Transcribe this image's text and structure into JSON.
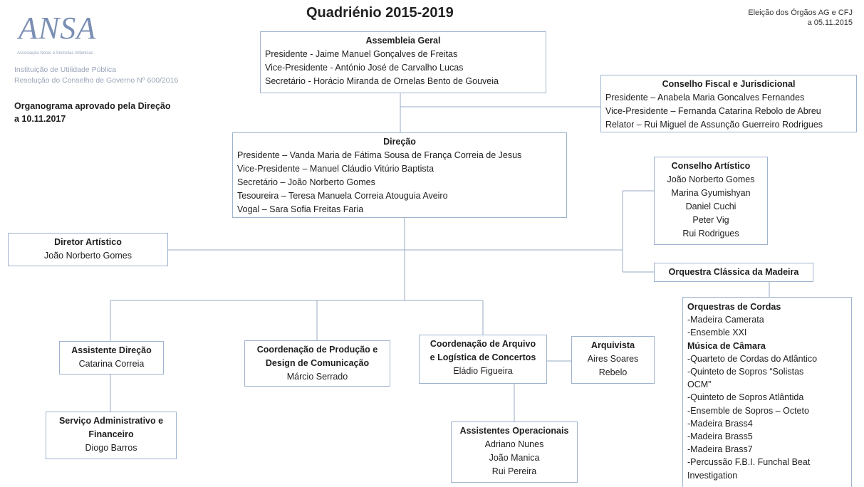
{
  "header": {
    "logo_text": "ANSA",
    "logo_subtitle": "Associação Notas e Sinfonias Atlânticas",
    "institution_line1": "Instituição de Utilidade Pública",
    "institution_line2": "Resolução do Conselho de Governo Nº 600/2016",
    "title": "Quadriénio 2015-2019",
    "election_line1": "Eleição dos Órgãos AG e CFJ",
    "election_line2": "a 05.11.2015",
    "org_note_line1": "Organograma aprovado pela Direção",
    "org_note_line2": "a 10.11.2017"
  },
  "assembleia": {
    "title": "Assembleia Geral",
    "lines": [
      "Presidente - Jaime Manuel Gonçalves de Freitas",
      "Vice-Presidente -  António José de Carvalho Lucas",
      "Secretário - Horácio Miranda de Ornelas Bento de Gouveia"
    ]
  },
  "conselho_fiscal": {
    "title": "Conselho Fiscal e Jurisdicional",
    "lines": [
      "Presidente – Anabela Maria Goncalves Fernandes",
      "Vice-Presidente – Fernanda Catarina Rebolo de Abreu",
      "Relator – Rui Miguel de Assunção Guerreiro Rodrigues"
    ]
  },
  "direcao": {
    "title": "Direção",
    "lines": [
      "Presidente – Vanda Maria de Fátima Sousa de França Correia de Jesus",
      "Vice-Presidente – Manuel Cláudio Vitúrio Baptista",
      "Secretário – João Norberto Gomes",
      "Tesoureira – Teresa Manuela Correia Atouguia Aveiro",
      "Vogal – Sara Sofia Freitas Faria"
    ]
  },
  "conselho_artistico": {
    "title": "Conselho Artístico",
    "lines": [
      "João Norberto  Gomes",
      "Marina Gyumishyan",
      "Daniel Cuchi",
      "Peter Vig",
      "Rui Rodrigues"
    ]
  },
  "diretor_artistico": {
    "title": "Diretor Artístico",
    "lines": [
      "João Norberto  Gomes"
    ]
  },
  "orquestra": {
    "title": "Orquestra Clássica da Madeira"
  },
  "orquestras_cordas": {
    "title1": "Orquestras de Cordas",
    "lines1": [
      "-Madeira Camerata",
      "-Ensemble XXI"
    ],
    "title2": "Música de Câmara",
    "lines2": [
      "-Quarteto de Cordas do Atlântico",
      "-Quinteto de Sopros  “Solistas",
      "OCM”",
      "-Quinteto de Sopros Atlântida",
      "-Ensemble de Sopros – Octeto",
      "-Madeira Brass4",
      "-Madeira Brass5",
      "-Madeira Brass7",
      "-Percussão F.B.I. Funchal Beat",
      "Investigation"
    ]
  },
  "assistente_direcao": {
    "title": "Assistente Direção",
    "lines": [
      "Catarina Correia"
    ]
  },
  "coord_producao": {
    "title_lines": [
      "Coordenação de Produção e",
      "Design de Comunicação"
    ],
    "lines": [
      "Márcio Serrado"
    ]
  },
  "coord_arquivo": {
    "title_lines": [
      "Coordenação de Arquivo",
      "e Logística de Concertos"
    ],
    "lines": [
      "Eládio Figueira"
    ]
  },
  "arquivista": {
    "title": "Arquivista",
    "lines": [
      "Aires Soares",
      "Rebelo"
    ]
  },
  "servico_admin": {
    "title_lines": [
      "Serviço Administrativo e",
      "Financeiro"
    ],
    "lines": [
      "Diogo Barros"
    ]
  },
  "assistentes_operacionais": {
    "title": "Assistentes Operacionais",
    "lines": [
      "Adriano Nunes",
      "João Manica",
      "Rui Pereira"
    ]
  }
}
